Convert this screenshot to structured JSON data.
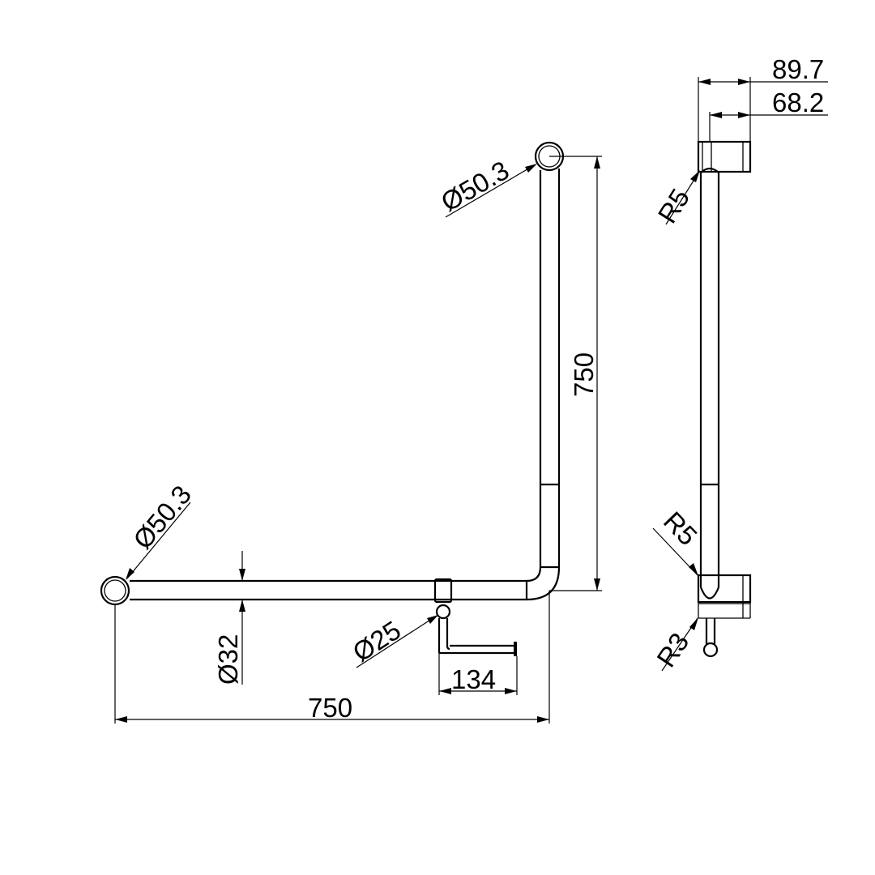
{
  "drawing": {
    "type": "technical-drawing",
    "subject": "L-shaped grab rail with toilet roll holder",
    "line_color": "#000000",
    "background": "#ffffff"
  },
  "front_view": {
    "dimensions": {
      "flange_top": "Ø50.3",
      "flange_left": "Ø50.3",
      "tube_diameter": "Ø32",
      "holder_rod": "Ø25",
      "holder_length": "134",
      "height": "750",
      "width": "750"
    }
  },
  "side_view": {
    "dimensions": {
      "flange_depth_outer": "89.7",
      "flange_depth_inner": "68.2",
      "radius_top": "R5",
      "radius_bottom": "R5",
      "radius_holder": "R3"
    }
  }
}
